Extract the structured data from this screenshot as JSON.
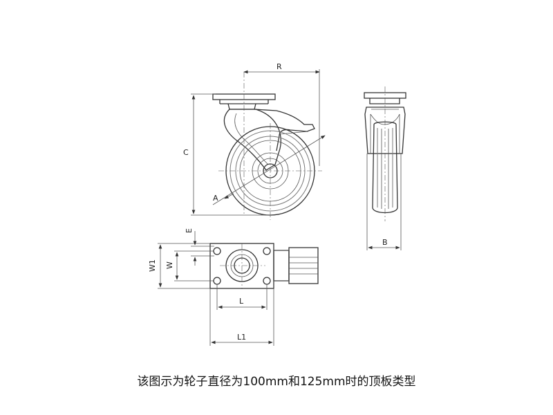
{
  "caption": "该图示为轮子直径为100mm和125mm时的顶板类型",
  "labels": {
    "R": "R",
    "C": "C",
    "A": "A",
    "B": "B",
    "E": "E",
    "W": "W",
    "W1": "W1",
    "L": "L",
    "L1": "L1"
  }
}
